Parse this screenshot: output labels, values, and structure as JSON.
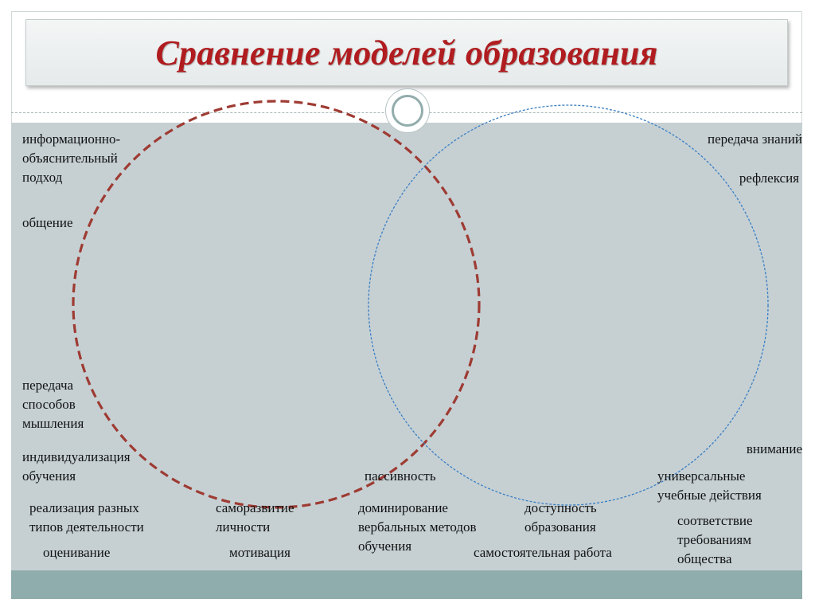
{
  "title": "Сравнение моделей образования",
  "colors": {
    "title": "#b01c1f",
    "content_background": "#c6d0d3",
    "footer_bar": "#8fadac",
    "left_circle": "#9e3b33",
    "right_circle": "#3a7fc4"
  },
  "circles": {
    "left": {
      "style": "dashed-thick"
    },
    "right": {
      "style": "dotted-thin"
    }
  },
  "labels": {
    "info_approach": "информационно-\nобъяснительный\nподход",
    "communication": "общение",
    "thinking_transfer": "передача\nспособов\nмышления",
    "individualization": "индивидуализация\nобучения",
    "knowledge_transfer": "передача знаний",
    "reflection": "рефлексия",
    "attention": "внимание",
    "universal_actions": "универсальные\nучебные действия",
    "passivity": "пассивность",
    "activity_types": "реализация разных\nтипов деятельности",
    "self_development": "саморазвитие\nличности",
    "verbal_methods": "доминирование\nвербальных методов\nобучения",
    "accessibility": "доступность\nобразования",
    "society_requirements": "соответствие\nтребованиям\nобщества",
    "assessment": "оценивание",
    "motivation": "мотивация",
    "independent_work": "самостоятельная работа"
  }
}
